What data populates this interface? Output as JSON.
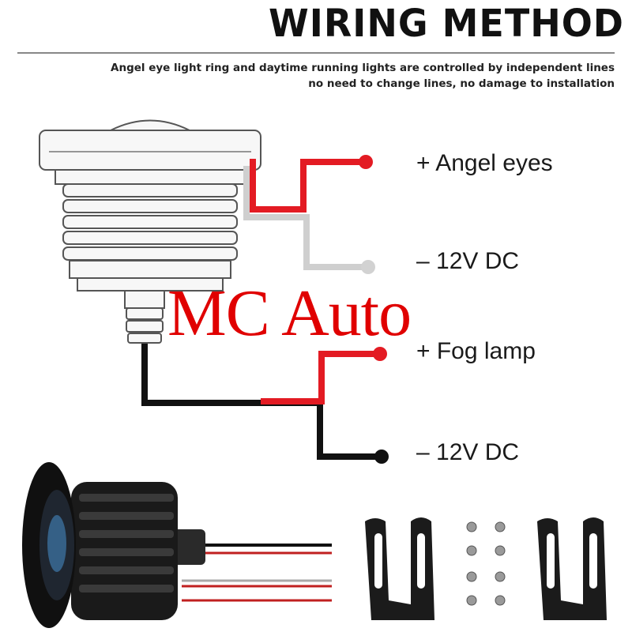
{
  "title": "WIRING METHOD",
  "subtitle_line1": "Angel eye light ring and daytime running lights are controlled by independent lines",
  "subtitle_line2": "no need to change lines, no damage to installation",
  "wires": [
    {
      "label": "+ Angel eyes",
      "color": "#e31b23"
    },
    {
      "label": "– 12V DC",
      "color": "#cccccc"
    },
    {
      "label": "+ Fog lamp",
      "color": "#e31b23"
    },
    {
      "label": "– 12V DC",
      "color": "#111111"
    }
  ],
  "watermark": "MC Auto",
  "colors": {
    "red_wire": "#e31b23",
    "gray_wire": "#cccccc",
    "black_wire": "#111111",
    "lamp_body": "#1a1a1a",
    "bracket": "#1b1b1b"
  }
}
